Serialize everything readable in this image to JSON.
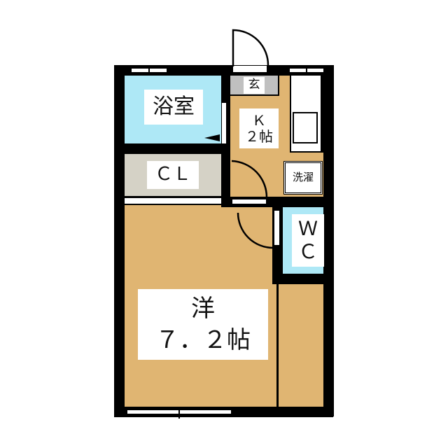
{
  "floorplan": {
    "rooms": [
      {
        "id": "bathroom",
        "label": "浴室",
        "type": "bathroom"
      },
      {
        "id": "closet",
        "label": "ＣＬ",
        "type": "closet"
      },
      {
        "id": "entrance",
        "label": "玄",
        "type": "entrance"
      },
      {
        "id": "kitchen",
        "label_line1": "Ｋ",
        "label_line2": "２帖",
        "type": "kitchen"
      },
      {
        "id": "laundry",
        "label": "洗濯",
        "type": "washing-machine-space"
      },
      {
        "id": "toilet",
        "label_line1": "Ｗ",
        "label_line2": "Ｃ",
        "type": "toilet"
      },
      {
        "id": "western-room",
        "label_line1": "洋",
        "label_line2": "７．２帖",
        "type": "western-room"
      }
    ],
    "colors": {
      "wall": "#000000",
      "floor": "#e0b572",
      "bath": "#aee8f6",
      "closet": "#d5d2c6",
      "entrance": "#c0c0c0",
      "label_bg": "#ffffff"
    }
  }
}
